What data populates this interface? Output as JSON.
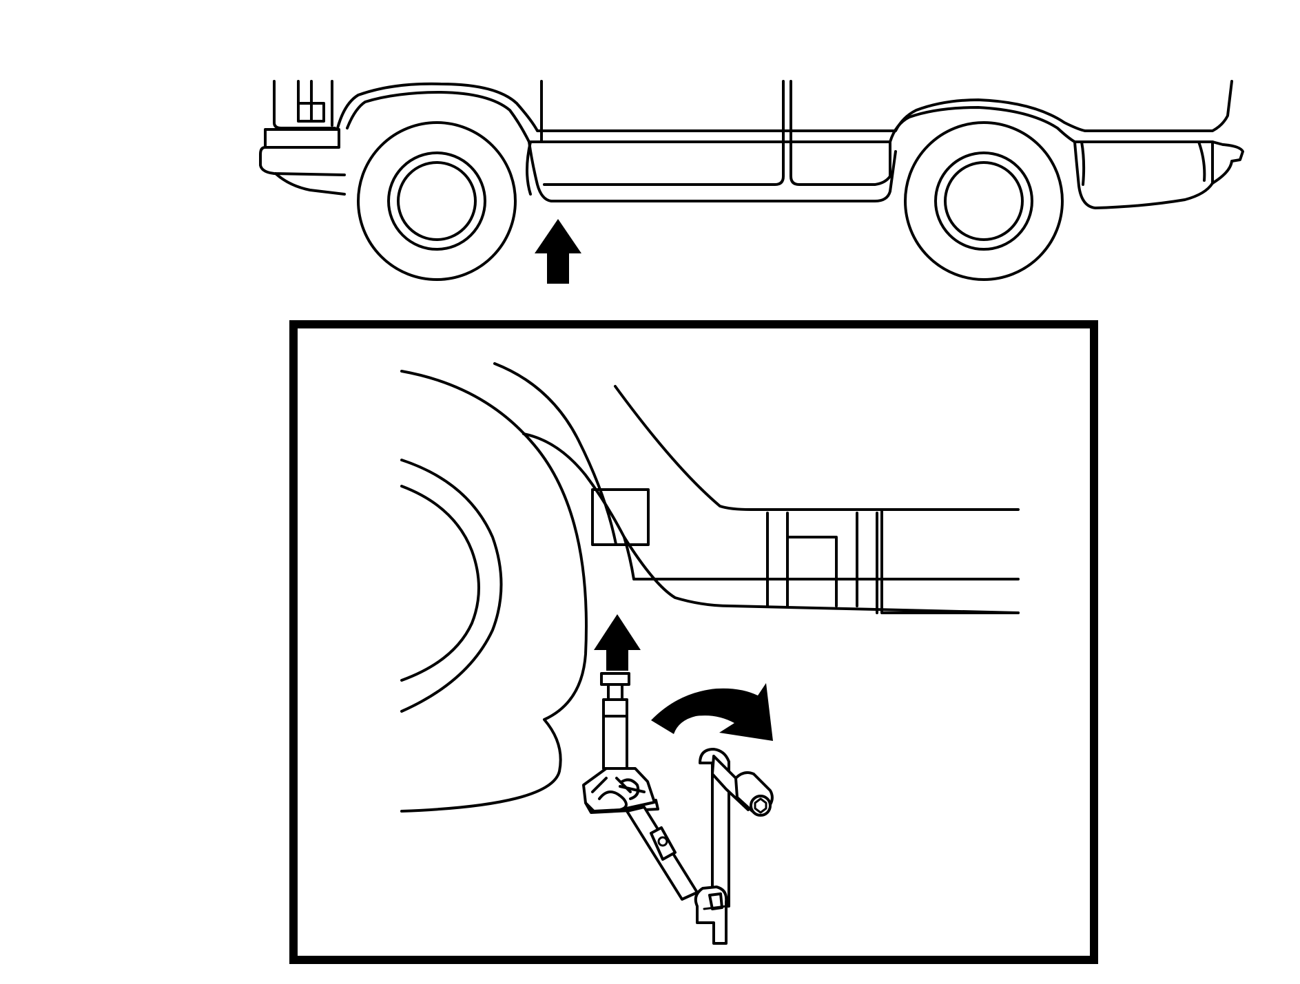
{
  "diagram": {
    "subject": "jacking-up-vehicle-procedure",
    "colors": {
      "line": "#000000",
      "background": "#ffffff"
    },
    "icons": [
      "vehicle-side-view",
      "jack-point-arrow-icon",
      "detail-inset-frame",
      "jack-point-marker",
      "lift-arrow-icon",
      "scissor-jack",
      "jack-handle-crank",
      "rotate-clockwise-arrow-icon"
    ]
  }
}
